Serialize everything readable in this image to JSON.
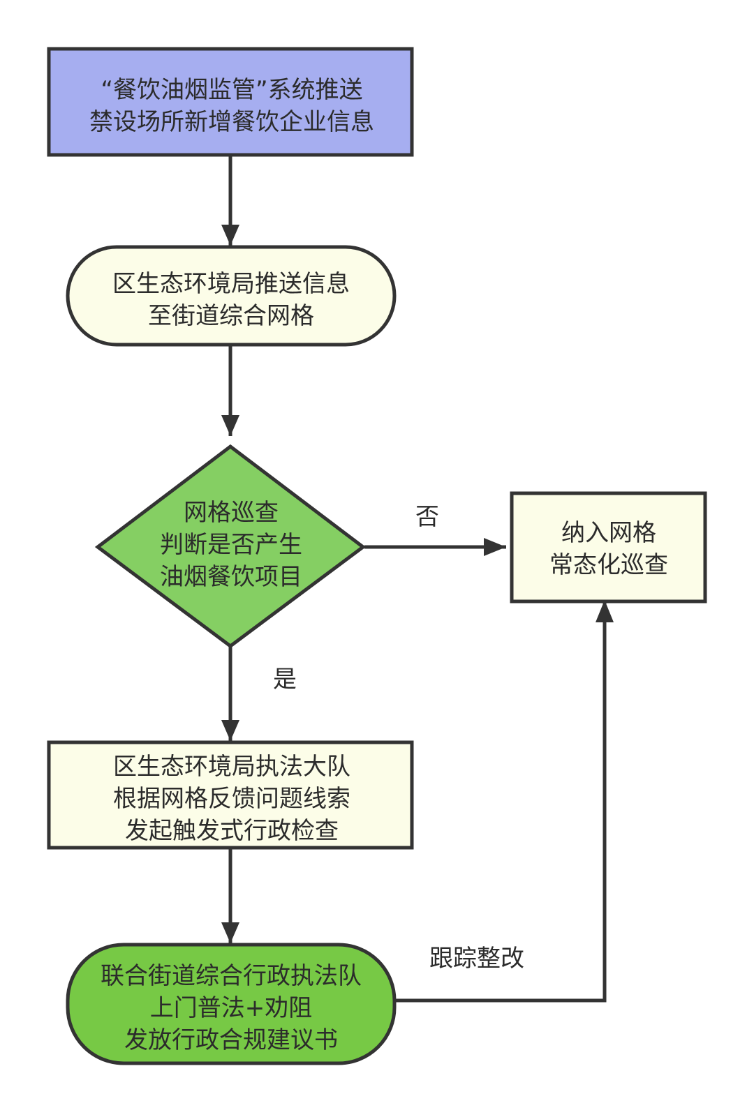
{
  "diagram": {
    "type": "flowchart",
    "colors": {
      "stroke": "#333333",
      "start_fill": "#a6aef0",
      "process_fill": "#fcfde8",
      "decision_fill": "#85cf63",
      "end_fill": "#77c945",
      "text": "#2b2b2b"
    },
    "nodes": [
      {
        "id": "n1",
        "shape": "rect",
        "lines": [
          "“餐饮油烟监管”系统推送",
          "禁设场所新增餐饮企业信息"
        ]
      },
      {
        "id": "n2",
        "shape": "terminal",
        "lines": [
          "区生态环境局推送信息",
          "至街道综合网格"
        ]
      },
      {
        "id": "n3",
        "shape": "diamond",
        "lines": [
          "网格巡查",
          "判断是否产生",
          "油烟餐饮项目"
        ]
      },
      {
        "id": "n4",
        "shape": "rect",
        "lines": [
          "纳入网格",
          "常态化巡查"
        ]
      },
      {
        "id": "n5",
        "shape": "rect",
        "lines": [
          "区生态环境局执法大队",
          "根据网格反馈问题线索",
          "发起触发式行政检查"
        ]
      },
      {
        "id": "n6",
        "shape": "terminal",
        "lines": [
          "联合街道综合行政执法队",
          "上门普法+劝阻",
          "发放行政合规建议书"
        ]
      }
    ],
    "edges": [
      {
        "from": "n1",
        "to": "n2",
        "label": ""
      },
      {
        "from": "n2",
        "to": "n3",
        "label": ""
      },
      {
        "from": "n3",
        "to": "n4",
        "label": "否"
      },
      {
        "from": "n3",
        "to": "n5",
        "label": "是"
      },
      {
        "from": "n5",
        "to": "n6",
        "label": ""
      },
      {
        "from": "n6",
        "to": "n4",
        "label": "跟踪整改"
      }
    ]
  }
}
